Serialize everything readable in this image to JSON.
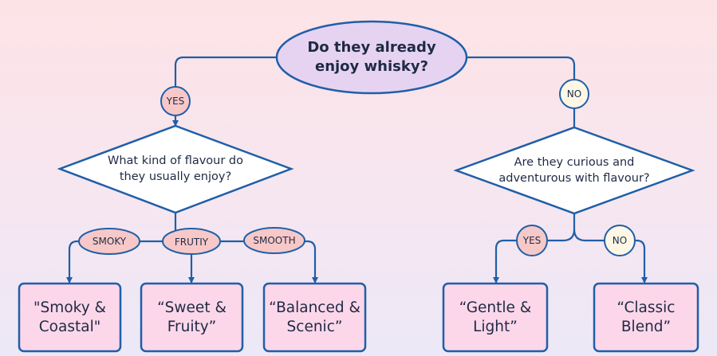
{
  "root": {
    "line1": "Do they already",
    "line2": "enjoy whisky?"
  },
  "yes_branch": {
    "label": "YES",
    "question": {
      "line1": "What kind of flavour do",
      "line2": "they usually enjoy?"
    },
    "options": [
      "SMOKY",
      "FRUTIY",
      "SMOOTH"
    ],
    "results": [
      {
        "line1": "\"Smoky &",
        "line2": "Coastal\""
      },
      {
        "line1": "“Sweet &",
        "line2": "Fruity”"
      },
      {
        "line1": "“Balanced &",
        "line2": "Scenic”"
      }
    ]
  },
  "no_branch": {
    "label": "NO",
    "question": {
      "line1": "Are they curious and",
      "line2": "adventurous with flavour?"
    },
    "options": [
      "YES",
      "NO"
    ],
    "results": [
      {
        "line1": "“Gentle &",
        "line2": "Light”"
      },
      {
        "line1": "“Classic",
        "line2": "Blend”"
      }
    ]
  },
  "colors": {
    "line": "#1f5fa8",
    "root_fill": "#e6d3f2",
    "diamond_fill": "#ffffff",
    "result_fill": "#fcd7ea",
    "pill_fill": "#f7c8c8",
    "yes_node_fill": "#f7c8c8",
    "no_node_fill": "#fff7e6",
    "text": "#1f2a44"
  }
}
